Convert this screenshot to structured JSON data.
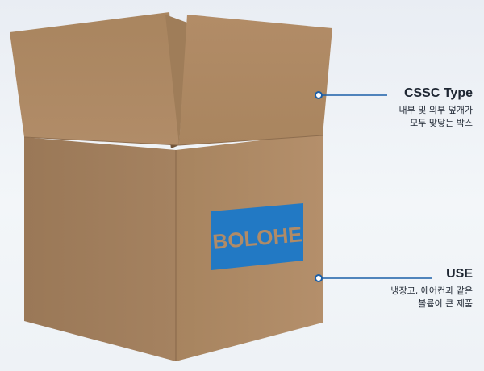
{
  "brand": {
    "logo_text": "BOLOHE",
    "logo_color": "#2279c4"
  },
  "colors": {
    "cardboard": "#b08b67",
    "accent": "#1b5fa8",
    "text": "#1f2733"
  },
  "callouts": [
    {
      "title": "CSSC Type",
      "desc_line1": "내부 및 외부 덮개가",
      "desc_line2": "모두 맞닿는 박스"
    },
    {
      "title": "USE",
      "desc_line1": "냉장고, 에어컨과 같은",
      "desc_line2": "볼륨이 큰 제품"
    }
  ]
}
